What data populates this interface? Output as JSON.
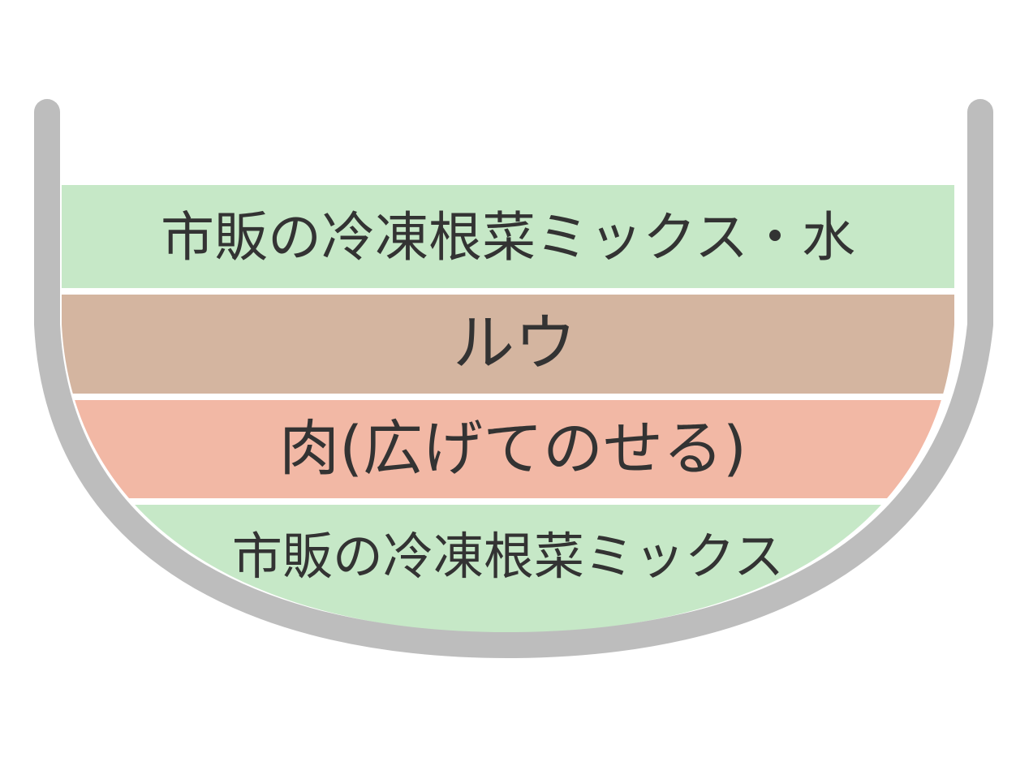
{
  "layers": [
    {
      "label": "市販の冷凍根菜ミックス・水",
      "color": "#c6e8c7"
    },
    {
      "label": "ルウ",
      "color": "#d4b5a0"
    },
    {
      "label": "肉(広げてのせる)",
      "color": "#f2b8a5"
    },
    {
      "label": "市販の冷凍根菜ミックス",
      "color": "#c6e8c7"
    }
  ],
  "pot": {
    "color": "#bdbdbd"
  },
  "text_color": "#333333"
}
